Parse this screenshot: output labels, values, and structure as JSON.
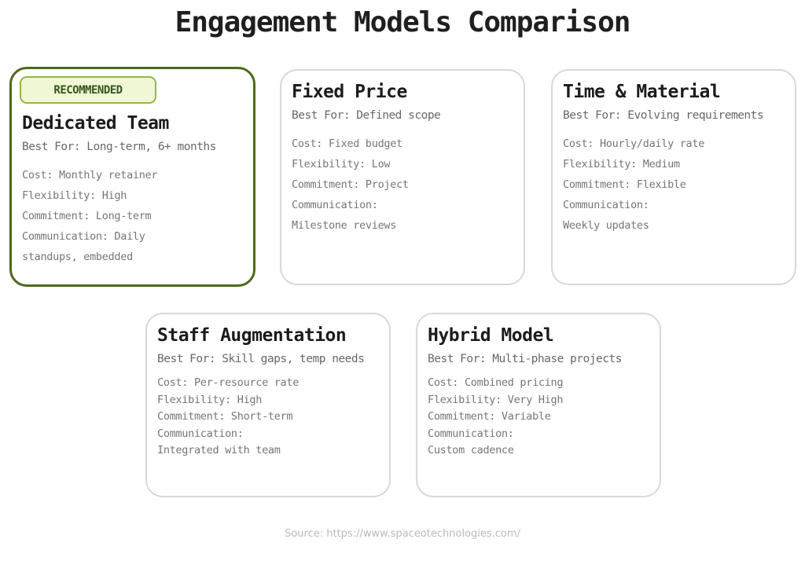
{
  "title": "Engagement Models Comparison",
  "footer": {
    "source": "Source: https://www.spaceotechnologies.com/"
  },
  "colors": {
    "accent_green_border": "#4d691f",
    "badge_background": "#eff7d5",
    "badge_border": "#93b93c",
    "badge_text": "#36551a",
    "card_border": "#d8d8d8",
    "heading_text": "#1c1c1c",
    "body_text": "#767676",
    "footer_text": "#bababa"
  },
  "cards": [
    {
      "title": "Dedicated Team",
      "badge": "RECOMMENDED",
      "best_for": "Best For: Long-term, 6+ months",
      "details": [
        "Cost: Monthly retainer",
        "Flexibility: High",
        "Commitment: Long-term",
        "Communication: Daily",
        "standups, embedded"
      ]
    },
    {
      "title": "Fixed Price",
      "best_for": "Best For: Defined scope",
      "details": [
        "Cost: Fixed budget",
        "Flexibility: Low",
        "Commitment: Project",
        "Communication:",
        "Milestone reviews"
      ]
    },
    {
      "title": "Time & Material",
      "best_for": "Best For: Evolving requirements",
      "details": [
        "Cost: Hourly/daily rate",
        "Flexibility: Medium",
        "Commitment: Flexible",
        "Communication:",
        "Weekly updates"
      ]
    },
    {
      "title": "Staff Augmentation",
      "best_for": "Best For: Skill gaps, temp needs",
      "details": [
        "Cost: Per-resource rate",
        "Flexibility: High",
        "Commitment: Short-term",
        "Communication:",
        "Integrated with team"
      ]
    },
    {
      "title": "Hybrid Model",
      "best_for": "Best For: Multi-phase projects",
      "details": [
        "Cost: Combined pricing",
        "Flexibility: Very High",
        "Commitment: Variable",
        "Communication:",
        "Custom cadence"
      ]
    }
  ]
}
